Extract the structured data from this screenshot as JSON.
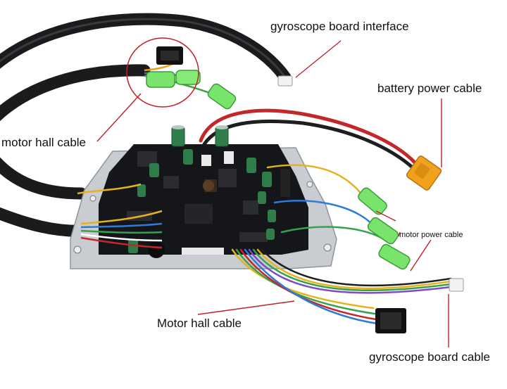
{
  "labels": {
    "gyro_interface": "gyroscope board interface",
    "battery_cable": "battery power cable",
    "motor_hall_top": "motor hall cable",
    "motor_power": "motor power cable",
    "motor_hall_bottom": "Motor hall cable",
    "gyro_board_cable": "gyroscope board cable"
  },
  "colors": {
    "annotation_line": "#c0212b",
    "board": "#15161a",
    "plate": "#c9cdd1",
    "cable_sheath": "#1b1b1d",
    "battery_red": "#c5262b",
    "connector_yellow": "#f0a21c",
    "terminal_green": "#6fe06a"
  }
}
